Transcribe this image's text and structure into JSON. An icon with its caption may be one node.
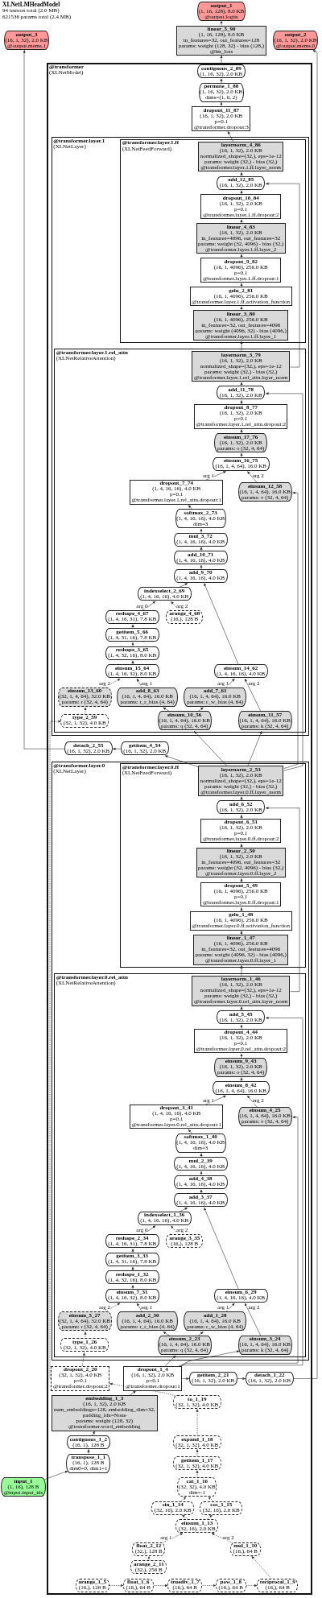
{
  "diagram": {
    "title": "XLNetLMHeadModel",
    "labels": [
      "94 tensors total (2.0 MB)",
      "621536 params total (2.4 MB)"
    ],
    "nodes": [
      {
        "text": [
          "output_3",
          "(16, 1, 32), 2.0 KB",
          "@output.mems.1"
        ]
      },
      {
        "text": [
          "output_1",
          "(1, 16, 128), 8.0 KB",
          "@output.logits"
        ]
      },
      {
        "text": [
          "linear_5_90",
          "(1, 16, 128), 8.0 KB",
          "in_features=32, out_features=128",
          "params: weight (128, 32) - bias (128,)",
          "@lm_loss"
        ]
      },
      {
        "text": [
          "@transformer",
          "(XLNetModel)"
        ]
      },
      {
        "text": [
          "contiguous_2_89",
          "(1, 16, 32), 2.0 KB"
        ],
        "in": 3
      },
      {
        "text": [
          "permute_1_88",
          "(1, 16, 32), 2.0 KB",
          "dims=(1, 0, 2)"
        ],
        "in": 3
      },
      {
        "text": [
          "dropout_11_87",
          "(16, 1, 32), 2.0 KB",
          "p=0.1",
          "@transformer.dropout:3"
        ],
        "in": 3
      },
      {
        "text": [
          "@transformer.layer.1",
          "(XLNetLayer)"
        ],
        "in": 3
      },
      {
        "text": [
          "@transformer.layer.1.ff",
          "(XLNetFeedForward)"
        ],
        "in": 7
      },
      {
        "text": [
          "layernorm_4_86",
          "(16, 1, 32), 2.0 KB",
          "normalized_shape=(32,), eps=1e-12",
          "params: weight (32,) - bias (32,)",
          "@transformer.layer.1.ff.layer_norm"
        ],
        "in": 8
      },
      {
        "text": [
          "add_12_85",
          "(16, 1, 32), 2.0 KB"
        ],
        "in": 8
      },
      {
        "text": [
          "dropout_10_84",
          "(16, 1, 32), 2.0 KB",
          "p=0.1",
          "@transformer.layer.1.ff.dropout:2"
        ],
        "in": 8
      },
      {
        "text": [
          "linear_4_83",
          "(16, 1, 32), 2.0 KB",
          "in_features=4096, out_features=32",
          "params: weight (32, 4096) - bias (32,)",
          "@transformer.layer.1.ff.layer_2"
        ],
        "in": 8
      },
      {
        "text": [
          "dropout_9_82",
          "(16, 1, 4096), 256.0 KB",
          "p=0.1",
          "@transformer.layer.1.ff.dropout:1"
        ],
        "in": 8
      },
      {
        "text": [
          "gelu_2_81",
          "(16, 1, 4096), 256.0 KB",
          "@transformer.layer.1.ff.activation_function"
        ],
        "in": 8
      },
      {
        "text": [
          "linear_3_80",
          "(16, 1, 4096), 256.0 KB",
          "in_features=32, out_features=4096",
          "params: weight (4096, 32) - bias (4096,)",
          "@transformer.layer.1.ff.layer_1"
        ],
        "in": 8
      },
      {
        "text": [
          "@transformer.layer.1.rel_attn",
          "(XLNetRelativeAttention)"
        ],
        "in": 7
      },
      {
        "text": [
          "layernorm_3_79",
          "(16, 1, 32), 2.0 KB",
          "normalized_shape=(32,), eps=1e-12",
          "params: weight (32,) - bias (32,)",
          "@transformer.layer.1.rel_attn.layer_norm"
        ],
        "in": 16
      },
      {
        "text": [
          "add_11_78",
          "(16, 1, 32), 2.0 KB"
        ],
        "in": 16
      },
      {
        "text": [
          "dropout_8_77",
          "(16, 1, 32), 2.0 KB",
          "p=0.1",
          "@transformer.layer.1.rel_attn.dropout:2"
        ],
        "in": 16
      },
      {
        "text": [
          "einsum_17_76",
          "(16, 1, 32), 2.0 KB",
          "params: o (32, 4, 64)"
        ],
        "in": 16
      },
      {
        "text": [
          "einsum_16_75",
          "(16, 1, 4, 64), 16.0 KB"
        ],
        "in": 16
      },
      {
        "text": [
          "dropout_7_74",
          "(1, 4, 16, 16), 4.0 KB",
          "p=0.1",
          "@transformer.layer.1.rel_attn.dropout:1"
        ],
        "in": 16
      },
      {
        "text": [
          "einsum_12_58",
          "(16, 1, 4, 64), 16.0 KB",
          "params: v (32, 4, 64)"
        ],
        "in": 16
      },
      {
        "text": [
          "softmax_2_73",
          "(1, 4, 16, 16), 4.0 KB",
          "dim=3"
        ],
        "in": 16
      },
      {
        "text": [
          "mul_3_72",
          "(1, 4, 16, 16), 4.0 KB"
        ],
        "in": 16
      },
      {
        "text": [
          "add_10_71",
          "(1, 4, 16, 16), 4.0 KB"
        ],
        "in": 16
      },
      {
        "text": [
          "add_9_70",
          "(1, 4, 16, 16), 4.0 KB"
        ],
        "in": 16
      },
      {
        "text": [
          "indexselect_2_69",
          "(1, 4, 16, 16), 4.0 KB"
        ],
        "in": 16
      },
      {
        "text": [
          "reshape_4_67",
          "(1, 4, 16, 31), 7.8 KB"
        ],
        "in": 16
      },
      {
        "text": [
          "arange_4_68",
          "(16,), 128 B"
        ],
        "in": 16
      },
      {
        "text": [
          "getitem_5_66",
          "(1, 4, 31, 16), 7.8 KB"
        ],
        "in": 16
      },
      {
        "text": [
          "reshape_3_65",
          "(1, 4, 32, 16), 8.0 KB"
        ],
        "in": 16
      },
      {
        "text": [
          "einsum_15_64",
          "(1, 4, 16, 32), 8.0 KB"
        ],
        "in": 16
      },
      {
        "text": [
          "einsum_14_62",
          "(1, 4, 16, 16), 4.0 KB"
        ],
        "in": 16
      },
      {
        "text": [
          "einsum_13_60",
          "(32, 1, 4, 64), 32.0 KB",
          "params: r (32, 4, 64)"
        ],
        "in": 16
      },
      {
        "text": [
          "add_8_63",
          "(16, 1, 4, 64), 16.0 KB",
          "params: r_r_bias (4, 64)"
        ],
        "in": 16
      },
      {
        "text": [
          "add_7_61",
          "(16, 1, 4, 64), 16.0 KB",
          "params: r_w_bias (4, 64)"
        ],
        "in": 16
      },
      {
        "text": [
          "einsum_11_57",
          "(16, 1, 4, 64), 16.0 KB",
          "params: k (32, 4, 64)"
        ],
        "in": 16
      },
      {
        "text": [
          "detach_2_55",
          "(16, 1, 32), 2.0 KB"
        ],
        "in": 3
      },
      {
        "text": [
          "type_2_59",
          "(32, 1, 32), 4.0 KB"
        ],
        "in": 16
      },
      {
        "text": [
          "einsum_10_56",
          "(16, 1, 4, 64), 16.0 KB",
          "params: q (32, 4, 64)"
        ],
        "in": 16
      },
      {
        "text": [
          "getitem_4_54",
          "(16, 1, 32), 2.0 KB"
        ],
        "in": 3
      },
      {
        "text": [
          "@transformer.layer.0",
          "(XLNetLayer)"
        ],
        "in": 3
      },
      {
        "text": [
          "@transformer.layer.0.ff",
          "(XLNetFeedForward)"
        ],
        "in": 43
      },
      {
        "text": [
          "layernorm_2_53",
          "(16, 1, 32), 2.0 KB",
          "normalized_shape=(32,), eps=1e-12",
          "params: weight (32,) - bias (32,)",
          "@transformer.layer.0.ff.layer_norm"
        ],
        "in": 44
      },
      {
        "text": [
          "add_6_52",
          "(16, 1, 32), 2.0 KB"
        ],
        "in": 44
      },
      {
        "text": [
          "dropout_6_51",
          "(16, 1, 32), 2.0 KB",
          "p=0.1",
          "@transformer.layer.0.ff.dropout:2"
        ],
        "in": 44
      },
      {
        "text": [
          "linear_2_50",
          "(16, 1, 32), 2.0 KB",
          "in_features=4096, out_features=32",
          "params: weight (32, 4096) - bias (32,)",
          "@transformer.layer.0.ff.layer_2"
        ],
        "in": 44
      },
      {
        "text": [
          "dropout_5_49",
          "(16, 1, 4096), 256.0 KB",
          "p=0.1",
          "@transformer.layer.0.ff.dropout:1"
        ],
        "in": 44
      },
      {
        "text": [
          "gelu_1_48",
          "(16, 1, 4096), 256.0 KB",
          "@transformer.layer.0.ff.activation_function"
        ],
        "in": 44
      },
      {
        "text": [
          "linear_1_47",
          "(16, 1, 4096), 256.0 KB",
          "in_features=32, out_features=4096",
          "params: weight (4096, 32) - bias (4096,)",
          "@transformer.layer.0.ff.layer_1"
        ],
        "in": 44
      },
      {
        "text": [
          "@transformer.layer.0.rel_attn",
          "(XLNetRelativeAttention)"
        ],
        "in": 43
      },
      {
        "text": [
          "layernorm_1_46",
          "(16, 1, 32), 2.0 KB",
          "normalized_shape=(32,), eps=1e-12",
          "params: weight (32,) - bias (32,)",
          "@transformer.layer.0.rel_attn.layer_norm"
        ],
        "in": 52
      },
      {
        "text": [
          "add_5_45",
          "(16, 1, 32), 2.0 KB"
        ],
        "in": 52
      },
      {
        "text": [
          "dropout_4_44",
          "(16, 1, 32), 2.0 KB",
          "p=0.1",
          "@transformer.layer.0.rel_attn.dropout:2"
        ],
        "in": 52
      },
      {
        "text": [
          "einsum_9_43",
          "(16, 1, 32), 2.0 KB",
          "params: o (32, 4, 64)"
        ],
        "in": 52
      },
      {
        "text": [
          "einsum_8_42",
          "(16, 1, 4, 64), 16.0 KB"
        ],
        "in": 52
      },
      {
        "text": [
          "dropout_3_41",
          "(1, 4, 16, 16), 4.0 KB",
          "p=0.1",
          "@transformer.layer.0.rel_attn.dropout:1"
        ],
        "in": 52
      },
      {
        "text": [
          "einsum_4_25",
          "(16, 1, 4, 64), 16.0 KB",
          "params: v (32, 4, 64)"
        ],
        "in": 52
      },
      {
        "text": [
          "softmax_1_40",
          "(1, 4, 16, 16), 4.0 KB",
          "dim=3"
        ],
        "in": 52
      },
      {
        "text": [
          "mul_2_39",
          "(1, 4, 16, 16), 4.0 KB"
        ],
        "in": 52
      },
      {
        "text": [
          "add_4_38",
          "(1, 4, 16, 16), 4.0 KB"
        ],
        "in": 52
      },
      {
        "text": [
          "add_3_37",
          "(1, 4, 16, 16), 4.0 KB"
        ],
        "in": 52
      },
      {
        "text": [
          "indexselect_1_36",
          "(1, 4, 16, 16), 4.0 KB"
        ],
        "in": 52
      },
      {
        "text": [
          "reshape_2_34",
          "(1, 4, 16, 31), 7.8 KB"
        ],
        "in": 52
      },
      {
        "text": [
          "arange_3_35",
          "(16,), 128 B"
        ],
        "in": 52
      },
      {
        "text": [
          "getitem_3_33",
          "(1, 4, 31, 16), 7.8 KB"
        ],
        "in": 52
      },
      {
        "text": [
          "reshape_1_32",
          "(1, 4, 32, 16), 8.0 KB"
        ],
        "in": 52
      },
      {
        "text": [
          "einsum_7_31",
          "(1, 4, 16, 32), 8.0 KB"
        ],
        "in": 52
      },
      {
        "text": [
          "einsum_6_29",
          "(1, 4, 16, 16), 4.0 KB"
        ],
        "in": 52
      },
      {
        "text": [
          "output_2",
          "(16, 1, 32), 2.0 KB",
          "@output.mems.0"
        ]
      },
      {
        "text": [
          "einsum_5_27",
          "(32, 1, 4, 64), 32.0 KB",
          "params: r (32, 4, 64)"
        ],
        "in": 52
      },
      {
        "text": [
          "add_2_30",
          "(16, 1, 4, 64), 16.0 KB",
          "params: r_r_bias (4, 64)"
        ],
        "in": 52
      },
      {
        "text": [
          "add_1_28",
          "(16, 1, 4, 64), 16.0 KB",
          "params: r_w_bias (4, 64)"
        ],
        "in": 52
      },
      {
        "text": [
          "einsum_3_24",
          "(16, 1, 4, 64), 16.0 KB",
          "params: k (32, 4, 64)"
        ],
        "in": 52
      },
      {
        "text": [
          "detach_1_22",
          "(16, 1, 32), 2.0 KB"
        ],
        "in": 3
      },
      {
        "text": [
          "type_1_26",
          "(32, 1, 32), 4.0 KB"
        ],
        "in": 52
      },
      {
        "text": [
          "einsum_2_23",
          "(16, 1, 4, 64), 16.0 KB",
          "params: q (32, 4, 64)"
        ],
        "in": 52
      },
      {
        "text": [
          "getitem_2_21",
          "(16, 1, 32), 2.0 KB"
        ],
        "in": 3
      },
      {
        "text": [
          "dropout_2_20",
          "(32, 1, 32), 4.0 KB",
          "p=0.1",
          "@transformer.dropout:2"
        ],
        "in": 3
      },
      {
        "text": [
          "dropout_1_4",
          "(16, 1, 32), 2.0 KB",
          "p=0.1",
          "@transformer.dropout:1"
        ],
        "in": 3
      },
      {
        "text": [
          "embedding_1_3",
          "(16, 1, 32), 2.0 KB",
          "num_embeddings=128, embedding_dim=32, padding_idx=None",
          "params: weight (128, 32)",
          "@transformer.word_embedding"
        ],
        "in": 3
      },
      {
        "text": [
          "to_1_19",
          "(32, 1, 32), 4.0 KB"
        ],
        "in": 3
      },
      {
        "text": [
          "expand_1_18",
          "(32, 1, 32), 4.0 KB"
        ],
        "in": 3
      },
      {
        "text": [
          "contiguous_1_2",
          "(16, 1), 128 B"
        ],
        "in": 3
      },
      {
        "text": [
          "getitem_1_17",
          "(32, 1, 32), 4.0 KB"
        ],
        "in": 3
      },
      {
        "text": [
          "transpose_1_1",
          "(16, 1), 128 B",
          "dim0=0, dim1=1"
        ],
        "in": 3
      },
      {
        "text": [
          "input_1",
          "(1, 16), 128 B",
          "@input.input_ids"
        ]
      },
      {
        "text": [
          "cat_1_16",
          "(32, 32), 4.0 KB",
          "dim=-1"
        ],
        "in": 3
      },
      {
        "text": [
          "sin_1_14",
          "(32, 16), 2.0 KB"
        ],
        "in": 3
      },
      {
        "text": [
          "cos_1_15",
          "(32, 16), 2.0 KB"
        ],
        "in": 3
      },
      {
        "text": [
          "einsum_1_13",
          "(32, 16), 2.0 KB"
        ],
        "in": 3
      },
      {
        "text": [
          "float_2_12",
          "(32,), 128 B"
        ],
        "in": 3
      },
      {
        "text": [
          "mul_1_10",
          "(16,), 64 B"
        ],
        "in": 3
      },
      {
        "text": [
          "arange_2_11",
          "(32,), 256 B"
        ],
        "in": 3
      },
      {
        "text": [
          "reciprocal_1_9",
          "(16,), 64 B"
        ],
        "in": 3
      },
      {
        "text": [
          "pow_1_8",
          "(16,), 64 B"
        ],
        "in": 3
      },
      {
        "text": [
          "truediv_1_7",
          "(16,), 64 B"
        ],
        "in": 3
      },
      {
        "text": [
          "float_1_6",
          "(16,), 64 B"
        ],
        "in": 3
      },
      {
        "text": [
          "arange_1_5",
          "(16,), 128 B"
        ],
        "in": 3
      }
    ],
    "edges": [
      {
        "from": 100,
        "to": 99,
        "arrow": "to",
        "style": "dashed"
      },
      {
        "from": 99,
        "to": 98,
        "arrow": "to",
        "style": "dashed"
      },
      {
        "from": 98,
        "to": 97,
        "arrow": "to",
        "style": "dashed"
      },
      {
        "from": 97,
        "to": 96,
        "arrow": "to",
        "style": "dashed"
      },
      {
        "from": 96,
        "to": 94,
        "arrow": "to",
        "style": "dashed"
      },
      {
        "from": 95,
        "to": 93,
        "arrow": "to",
        "style": "dashed"
      },
      {
        "from": 93,
        "to": 92,
        "arrow": "to",
        "label": "arg 1",
        "style": "dashed"
      },
      {
        "from": 94,
        "to": 92,
        "arrow": "to",
        "label": "arg 2",
        "style": "dashed"
      },
      {
        "from": 92,
        "to": 90,
        "arrow": "to",
        "style": "dashed"
      },
      {
        "from": 92,
        "to": 91,
        "arrow": "to",
        "style": "dashed"
      },
      {
        "from": 90,
        "to": 89,
        "arrow": "to",
        "style": "dashed"
      },
      {
        "from": 91,
        "to": 89,
        "arrow": "to",
        "style": "dashed"
      },
      {
        "from": 89,
        "to": 86,
        "arrow": "to",
        "style": "dashed"
      },
      {
        "from": 86,
        "to": 84,
        "arrow": "to",
        "style": "dashed"
      },
      {
        "from": 84,
        "to": 83,
        "arrow": "to",
        "style": "dashed"
      },
      {
        "from": 83,
        "to": 80,
        "arrow": "to",
        "style": "dashed"
      },
      {
        "from": 88,
        "to": 87,
        "arrow": "to"
      },
      {
        "from": 87,
        "to": 85,
        "arrow": "to"
      },
      {
        "from": 85,
        "to": 82,
        "arrow": "to"
      },
      {
        "from": 82,
        "to": 81,
        "arrow": "to"
      },
      {
        "from": 81,
        "to": 79,
        "arrow": "to"
      },
      {
        "from": 79,
        "to": 76,
        "arrow": "to"
      },
      {
        "from": 76,
        "to": 71,
        "arrow": "to"
      },
      {
        "from": 81,
        "to": 78,
        "arrow": "to"
      },
      {
        "from": 81,
        "to": 75,
        "arrow": "to"
      },
      {
        "from": 81,
        "to": 59,
        "arrow": "to"
      },
      {
        "from": 81,
        "to": 54,
        "arrow": "to"
      },
      {
        "from": 80,
        "to": 77,
        "arrow": "to",
        "style": "dashed"
      },
      {
        "from": 80,
        "to": 40,
        "arrow": "to",
        "style": "dashed"
      },
      {
        "from": 77,
        "to": 72,
        "arrow": "to",
        "style": "dashed"
      },
      {
        "from": 78,
        "to": 74,
        "arrow": "to"
      },
      {
        "from": 78,
        "to": 73,
        "arrow": "to"
      },
      {
        "from": 74,
        "to": 70,
        "arrow": "to",
        "label": "arg 1"
      },
      {
        "from": 75,
        "to": 70,
        "arrow": "to",
        "label": "arg 2"
      },
      {
        "from": 73,
        "to": 69,
        "arrow": "to",
        "label": "arg 1"
      },
      {
        "from": 72,
        "to": 69,
        "arrow": "to",
        "label": "arg 2",
        "style": "dashed"
      },
      {
        "from": 69,
        "to": 68,
        "arrow": "to"
      },
      {
        "from": 68,
        "to": 67,
        "arrow": "to"
      },
      {
        "from": 67,
        "to": 65,
        "arrow": "to"
      },
      {
        "from": 65,
        "to": 64,
        "arrow": "to",
        "label": "arg 0"
      },
      {
        "from": 66,
        "to": 64,
        "arrow": "to",
        "label": "arg 2",
        "style": "dashed"
      },
      {
        "from": 64,
        "to": 63,
        "arrow": "to"
      },
      {
        "from": 70,
        "to": 63,
        "arrow": "to"
      },
      {
        "from": 63,
        "to": 62,
        "arrow": "to"
      },
      {
        "from": 62,
        "to": 61,
        "arrow": "to"
      },
      {
        "from": 61,
        "to": 60,
        "arrow": "to"
      },
      {
        "from": 60,
        "to": 58,
        "arrow": "to"
      },
      {
        "from": 58,
        "to": 57,
        "arrow": "to",
        "label": "arg 1"
      },
      {
        "from": 59,
        "to": 57,
        "arrow": "to",
        "label": "arg 2"
      },
      {
        "from": 57,
        "to": 56,
        "arrow": "to"
      },
      {
        "from": 56,
        "to": 55,
        "arrow": "to"
      },
      {
        "from": 55,
        "to": 54,
        "arrow": "to"
      },
      {
        "from": 54,
        "to": 53,
        "arrow": "to"
      },
      {
        "from": 53,
        "to": 51,
        "arrow": "to"
      },
      {
        "from": 51,
        "to": 50,
        "arrow": "to"
      },
      {
        "from": 50,
        "to": 49,
        "arrow": "to"
      },
      {
        "from": 49,
        "to": 48,
        "arrow": "to"
      },
      {
        "from": 48,
        "to": 47,
        "arrow": "to"
      },
      {
        "from": 47,
        "to": 46,
        "arrow": "to"
      },
      {
        "from": 53,
        "to": 46,
        "arrow": "to"
      },
      {
        "from": 46,
        "to": 45,
        "arrow": "to"
      },
      {
        "from": 45,
        "to": 42,
        "arrow": "to"
      },
      {
        "from": 42,
        "to": 39,
        "arrow": "to"
      },
      {
        "from": 39,
        "to": 0,
        "arrow": "to"
      },
      {
        "from": 45,
        "to": 41,
        "arrow": "to"
      },
      {
        "from": 45,
        "to": 38,
        "arrow": "to"
      },
      {
        "from": 45,
        "to": 23,
        "arrow": "to"
      },
      {
        "from": 45,
        "to": 18,
        "arrow": "to"
      },
      {
        "from": 40,
        "to": 35,
        "arrow": "to",
        "style": "dashed"
      },
      {
        "from": 41,
        "to": 37,
        "arrow": "to"
      },
      {
        "from": 41,
        "to": 36,
        "arrow": "to"
      },
      {
        "from": 37,
        "to": 34,
        "arrow": "to",
        "label": "arg 1"
      },
      {
        "from": 38,
        "to": 34,
        "arrow": "to",
        "label": "arg 2"
      },
      {
        "from": 36,
        "to": 33,
        "arrow": "to",
        "label": "arg 1"
      },
      {
        "from": 35,
        "to": 33,
        "arrow": "to",
        "label": "arg 2",
        "style": "dashed"
      },
      {
        "from": 33,
        "to": 32,
        "arrow": "to"
      },
      {
        "from": 32,
        "to": 31,
        "arrow": "to"
      },
      {
        "from": 31,
        "to": 29,
        "arrow": "to"
      },
      {
        "from": 29,
        "to": 28,
        "arrow": "to",
        "label": "arg 0"
      },
      {
        "from": 30,
        "to": 28,
        "arrow": "to",
        "label": "arg 2",
        "style": "dashed"
      },
      {
        "from": 28,
        "to": 27,
        "arrow": "to"
      },
      {
        "from": 34,
        "to": 27,
        "arrow": "to"
      },
      {
        "from": 27,
        "to": 26,
        "arrow": "to"
      },
      {
        "from": 26,
        "to": 25,
        "arrow": "to"
      },
      {
        "from": 25,
        "to": 24,
        "arrow": "to"
      },
      {
        "from": 24,
        "to": 22,
        "arrow": "to"
      },
      {
        "from": 22,
        "to": 21,
        "arrow": "to",
        "label": "arg 1"
      },
      {
        "from": 23,
        "to": 21,
        "arrow": "to",
        "label": "arg 2"
      },
      {
        "from": 21,
        "to": 20,
        "arrow": "to"
      },
      {
        "from": 20,
        "to": 19,
        "arrow": "to"
      },
      {
        "from": 19,
        "to": 18,
        "arrow": "to"
      },
      {
        "from": 18,
        "to": 17,
        "arrow": "to"
      },
      {
        "from": 17,
        "to": 15,
        "arrow": "to"
      },
      {
        "from": 15,
        "to": 14,
        "arrow": "to"
      },
      {
        "from": 14,
        "to": 13,
        "arrow": "to"
      },
      {
        "from": 13,
        "to": 12,
        "arrow": "to"
      },
      {
        "from": 12,
        "to": 11,
        "arrow": "to"
      },
      {
        "from": 11,
        "to": 10,
        "arrow": "to"
      },
      {
        "from": 17,
        "to": 10,
        "arrow": "to"
      },
      {
        "from": 10,
        "to": 9,
        "arrow": "to"
      },
      {
        "from": 9,
        "to": 6,
        "arrow": "to"
      },
      {
        "from": 6,
        "to": 5,
        "arrow": "to"
      },
      {
        "from": 5,
        "to": 4,
        "arrow": "to"
      },
      {
        "from": 4,
        "to": 2,
        "arrow": "to"
      },
      {
        "from": 2,
        "to": 1,
        "arrow": "to"
      }
    ]
  }
}
